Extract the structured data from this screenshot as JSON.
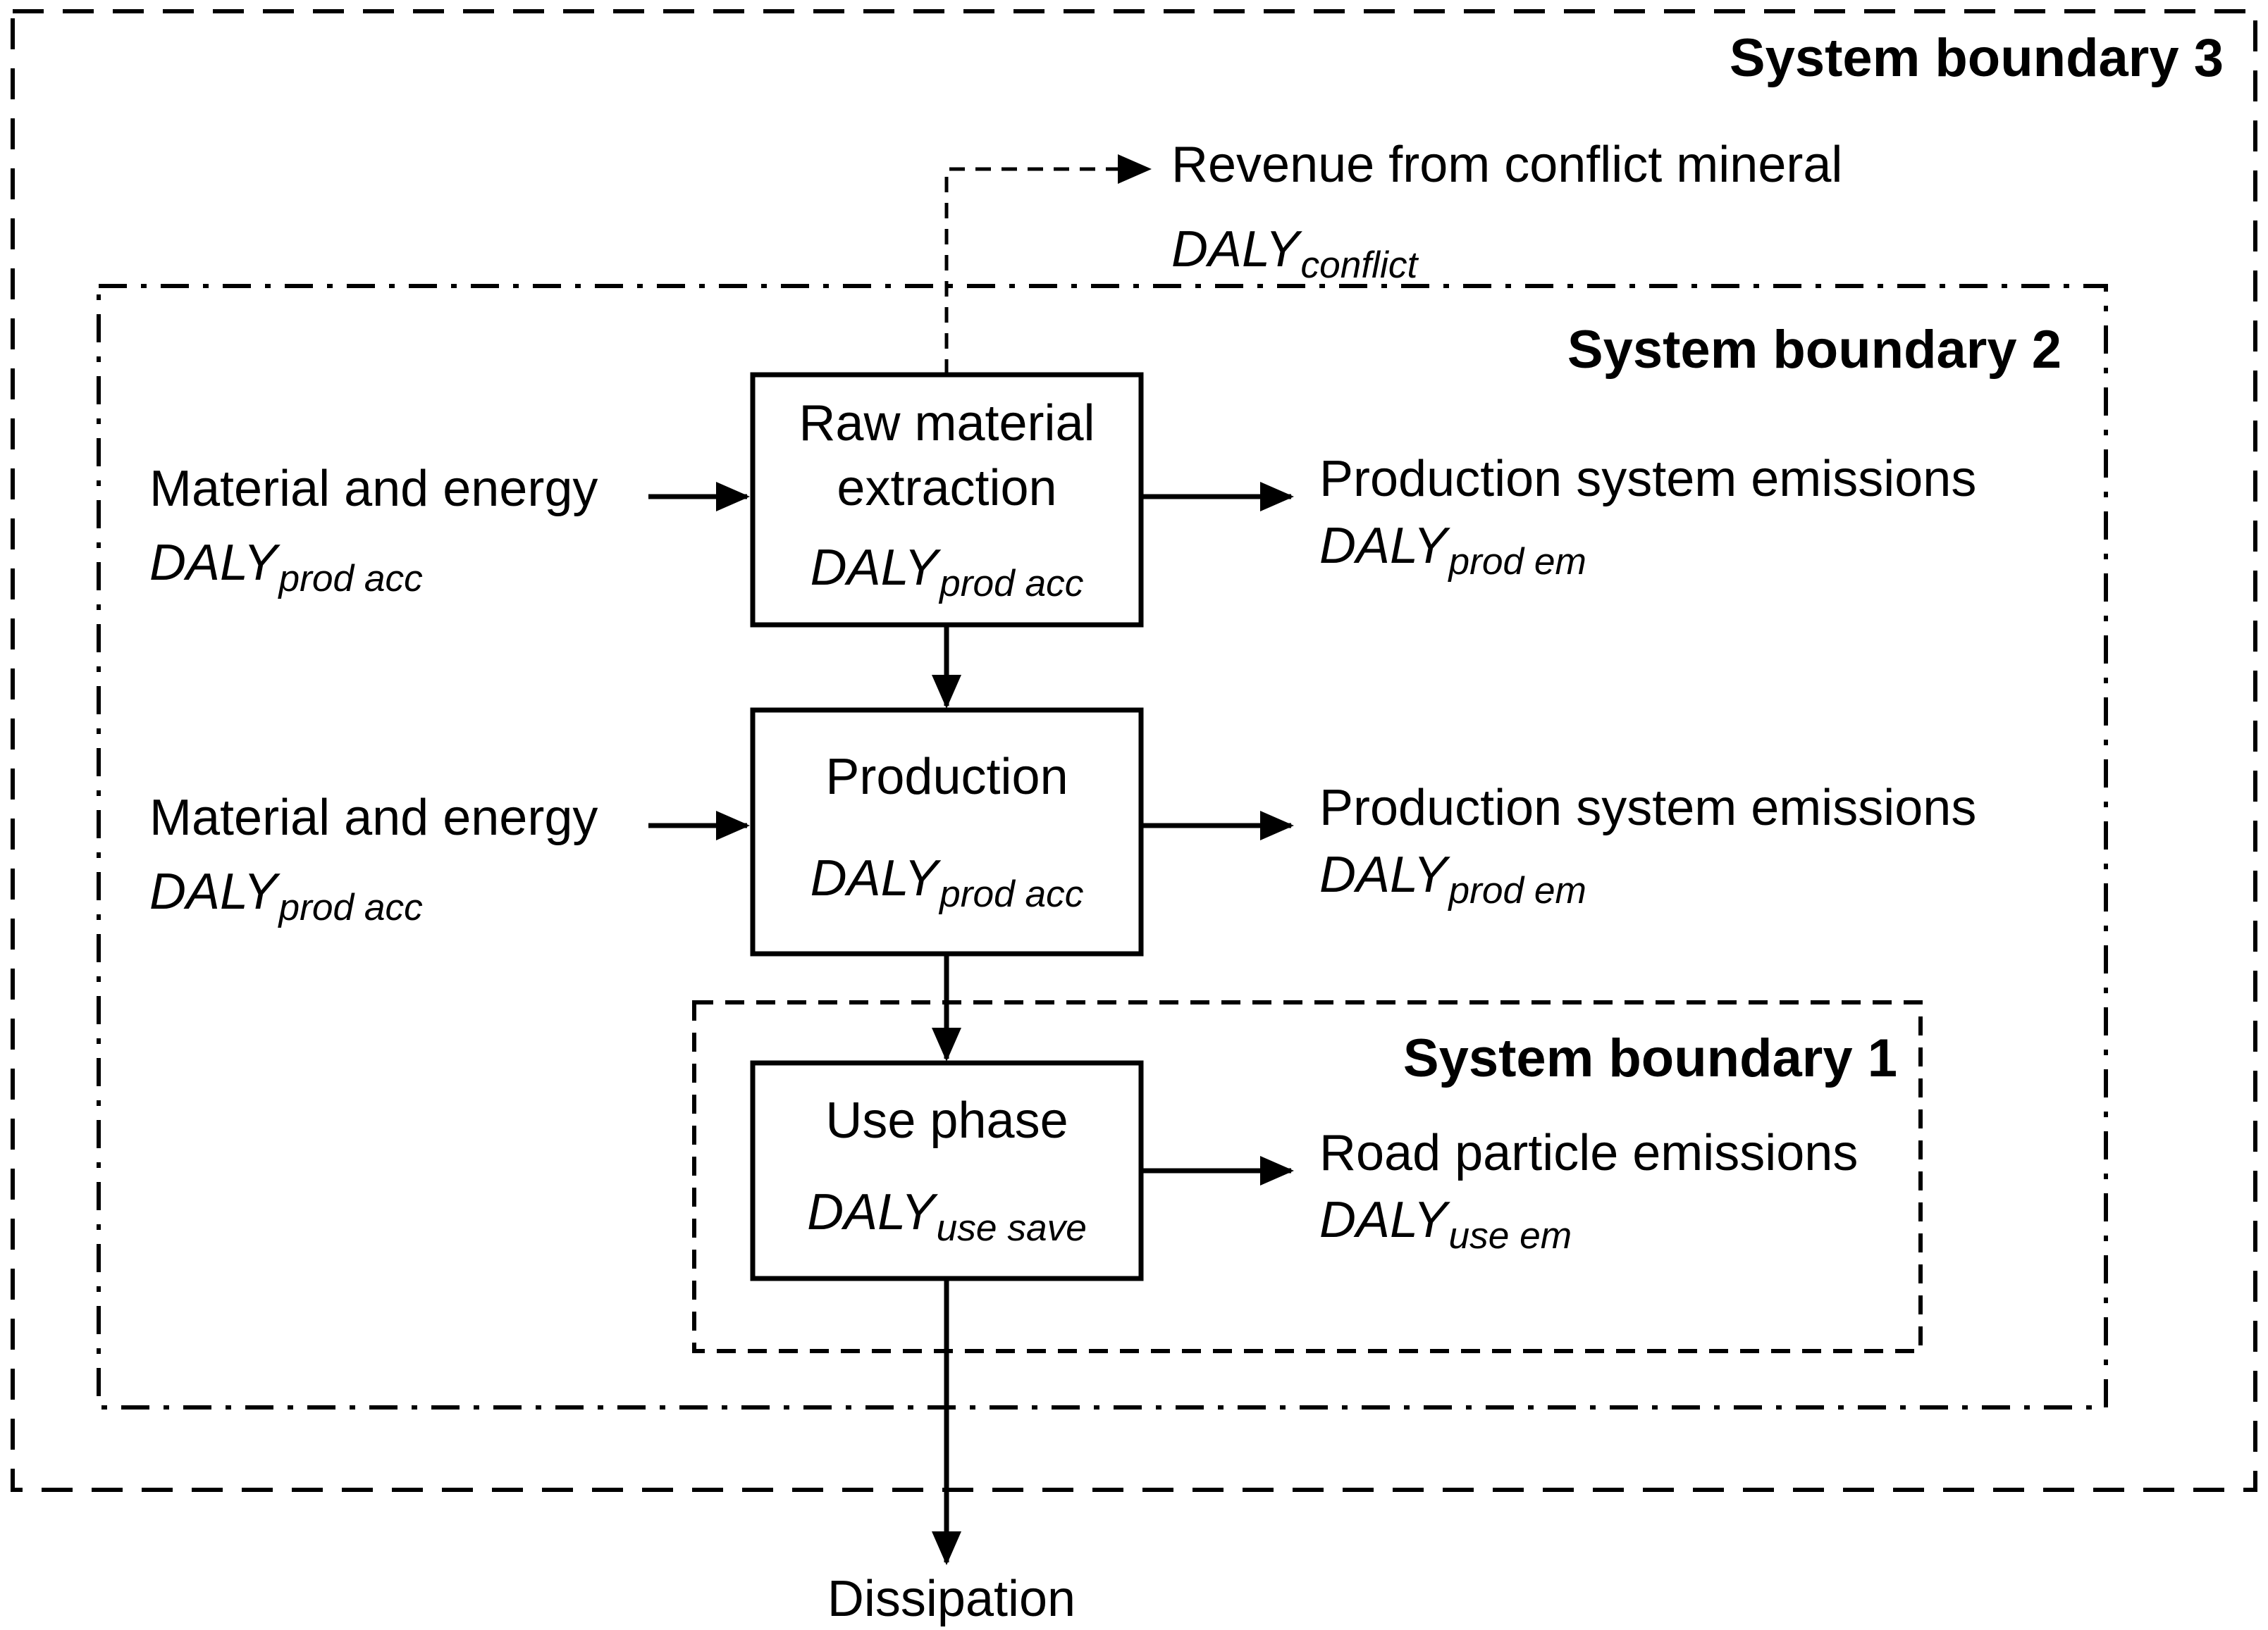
{
  "colors": {
    "ink": "#000000",
    "paper": "#ffffff"
  },
  "boundaries": {
    "b3": {
      "label": "System boundary 3"
    },
    "b2": {
      "label": "System boundary 2"
    },
    "b1": {
      "label": "System boundary 1"
    }
  },
  "boxes": {
    "extraction": {
      "line1": "Raw material",
      "line2": "extraction",
      "daly_main": "DALY",
      "daly_sub": "prod acc"
    },
    "production": {
      "line1": "Production",
      "daly_main": "DALY",
      "daly_sub": "prod acc"
    },
    "use_phase": {
      "line1": "Use phase",
      "daly_main": "DALY",
      "daly_sub": "use save"
    }
  },
  "inputs": {
    "input1": {
      "line1": "Material and energy",
      "daly_main": "DALY",
      "daly_sub": "prod acc"
    },
    "input2": {
      "line1": "Material and energy",
      "daly_main": "DALY",
      "daly_sub": "prod acc"
    }
  },
  "outputs": {
    "revenue": {
      "line1": "Revenue from conflict mineral",
      "daly_main": "DALY",
      "daly_sub": "conflict"
    },
    "emissions1": {
      "line1": "Production system emissions",
      "daly_main": "DALY",
      "daly_sub": "prod em"
    },
    "emissions2": {
      "line1": "Production system emissions",
      "daly_main": "DALY",
      "daly_sub": "prod em"
    },
    "road": {
      "line1": "Road particle emissions",
      "daly_main": "DALY",
      "daly_sub": "use em"
    }
  },
  "sink": {
    "label": "Dissipation"
  }
}
